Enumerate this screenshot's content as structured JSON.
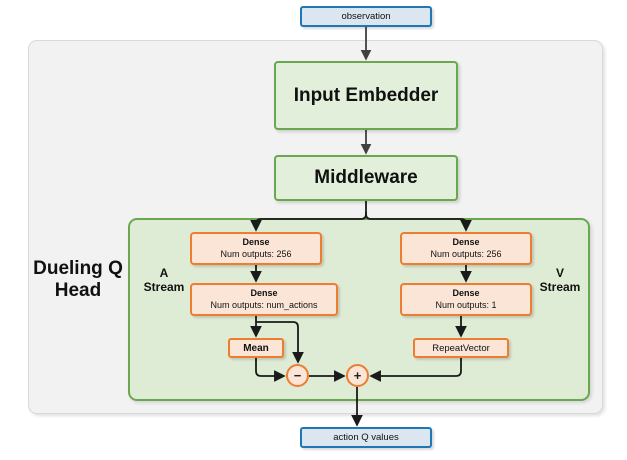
{
  "diagram": {
    "title": "Dueling Q Head network architecture",
    "colors": {
      "io_fill": "#dce6f1",
      "io_border": "#1f77b4",
      "module_fill": "#e2efda",
      "module_border": "#6aa84f",
      "layer_fill": "#fbe5d6",
      "layer_border": "#ed7d31",
      "container_fill": "#f2f2f2",
      "container_border": "#d9d9d9",
      "stream_fill": "#dfecd5",
      "stream_border": "#6aa84f",
      "wire": "#1a1a1a"
    },
    "io": {
      "input_label": "observation",
      "output_label": "action Q values"
    },
    "modules": {
      "embedder_label": "Input Embedder",
      "middleware_label": "Middleware"
    },
    "head": {
      "name": "Dueling Q\nHead",
      "name_line1": "Dueling Q",
      "name_line2": "Head"
    },
    "streams": {
      "advantage": {
        "label_line1": "A",
        "label_line2": "Stream",
        "layers": [
          {
            "type": "Dense",
            "detail": "Num outputs: 256"
          },
          {
            "type": "Dense",
            "detail": "Num outputs: num_actions"
          }
        ],
        "op_block": "Mean",
        "operator": "−",
        "operator_name": "subtract"
      },
      "value": {
        "label_line1": "V",
        "label_line2": "Stream",
        "layers": [
          {
            "type": "Dense",
            "detail": "Num outputs: 256"
          },
          {
            "type": "Dense",
            "detail": "Num outputs: 1"
          }
        ],
        "op_block": "RepeatVector",
        "operator": "+",
        "operator_name": "add"
      }
    }
  }
}
